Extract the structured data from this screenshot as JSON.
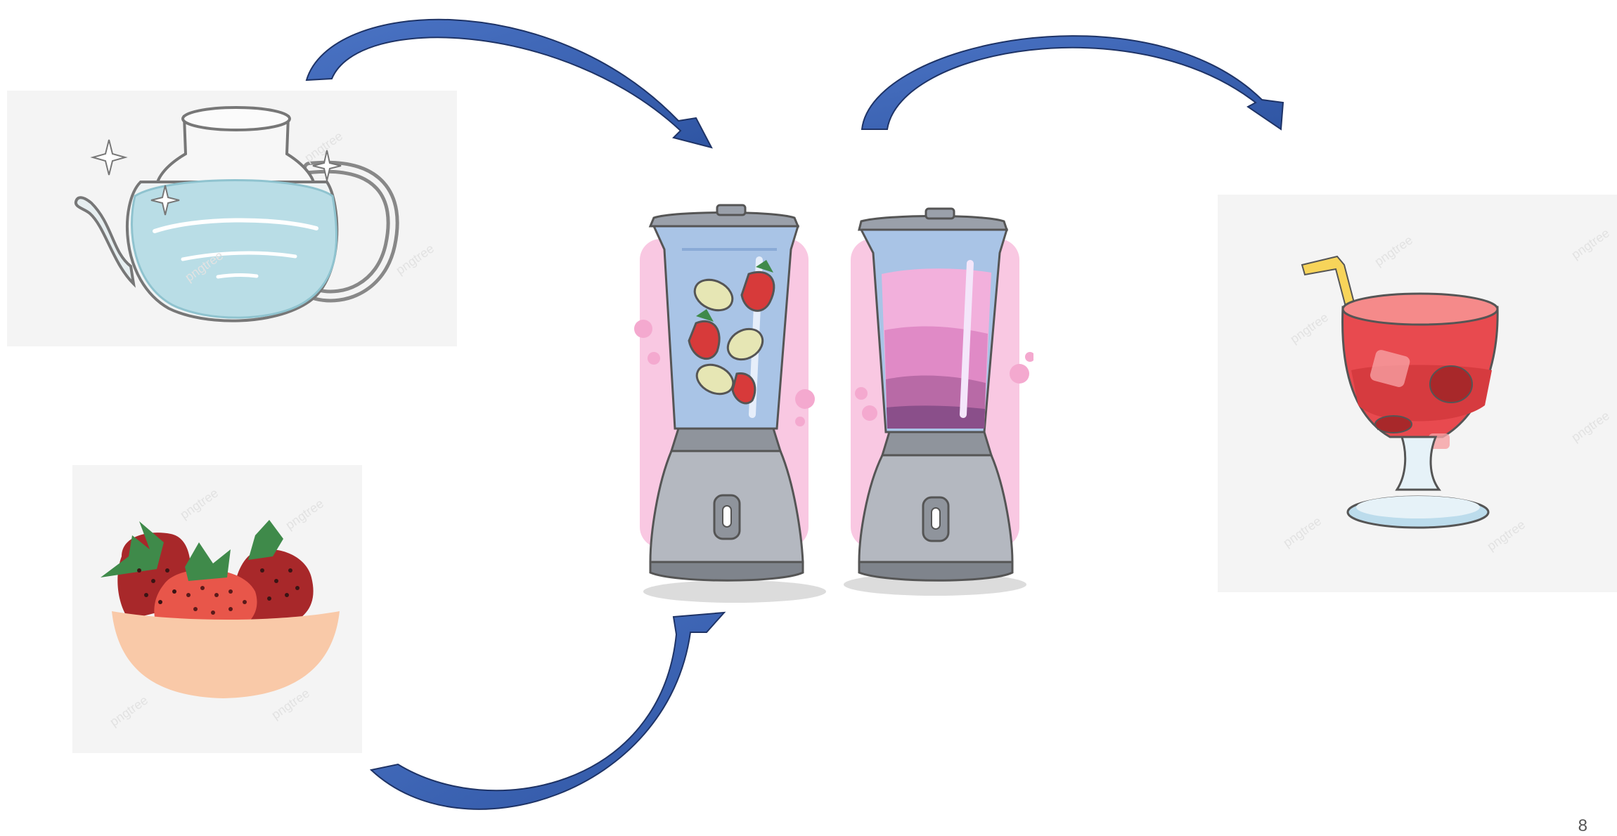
{
  "slide": {
    "page_number": "8",
    "watermark_text": "pngtree"
  },
  "illustrations": [
    {
      "id": "water-teapot",
      "depicts": "glass teapot filled with water"
    },
    {
      "id": "strawberry-bowl",
      "depicts": "bowl of strawberries"
    },
    {
      "id": "blender-with-fruit",
      "depicts": "blender containing water and fruit pieces"
    },
    {
      "id": "blender-with-smoothie",
      "depicts": "blender with blended pink drink"
    },
    {
      "id": "strawberry-drink-glass",
      "depicts": "glass of red drink with straw and strawberry"
    }
  ],
  "flow": [
    "teapot to blender",
    "strawberries to blender",
    "blender to drink"
  ],
  "colors": {
    "arrow_fill": "#3d68bb",
    "arrow_stroke": "#1e3366",
    "tile_background": "#f4f4f4",
    "water": "#b9dde6",
    "drink_red": "#e84a4f",
    "strawberry_dark": "#a8282a",
    "strawberry_light": "#e8564a",
    "leaf_green": "#3f8a4a",
    "bowl": "#f9c9a8",
    "blender_gray": "#b4b8c0",
    "blender_splash": "#f9c8e2",
    "smoothie_pink": "#e88ccc"
  }
}
